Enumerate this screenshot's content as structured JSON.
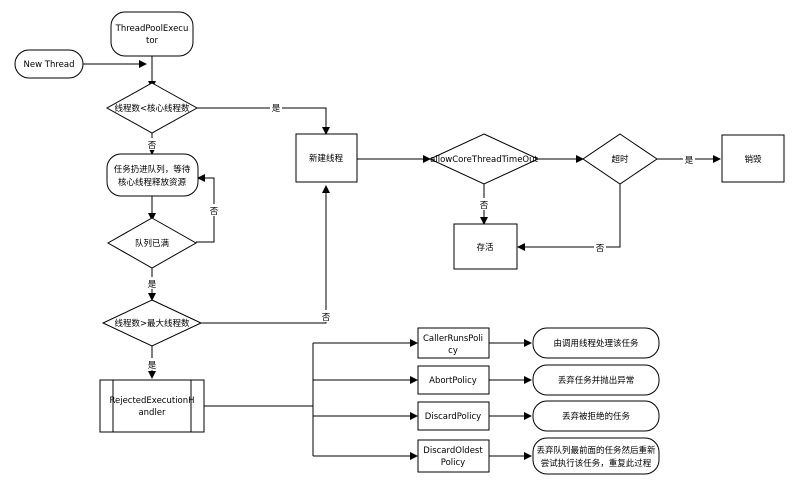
{
  "nodes": {
    "new_thread": "New Thread",
    "executor": [
      "ThreadPoolExecu",
      "tor"
    ],
    "d_core": "线程数<核心线程数",
    "queue": [
      "任务扔进队列，等待",
      "核心线程释放资源"
    ],
    "d_full": "队列已满",
    "d_max": "线程数>最大线程数",
    "handler": [
      "RejectedExecutionH",
      "andler"
    ],
    "create": "新建线程",
    "d_allow": "allowCoreThreadTimeOut",
    "alive": "存活",
    "d_timeout": "超时",
    "destroy": "销毁",
    "caller_runs": [
      "CallerRunsPoli",
      "cy"
    ],
    "abort": "AbortPolicy",
    "discard": "DiscardPolicy",
    "discard_oldest": [
      "DiscardOldest",
      "Policy"
    ],
    "caller_runs_desc": "由调用线程处理该任务",
    "abort_desc": "丢弃任务并抛出异常",
    "discard_desc": "丢弃被拒绝的任务",
    "discard_oldest_desc": [
      "丢弃队列最前面的任务然后重新",
      "尝试执行该任务，重复此过程"
    ]
  },
  "edge_labels": {
    "yes": "是",
    "no": "否"
  }
}
